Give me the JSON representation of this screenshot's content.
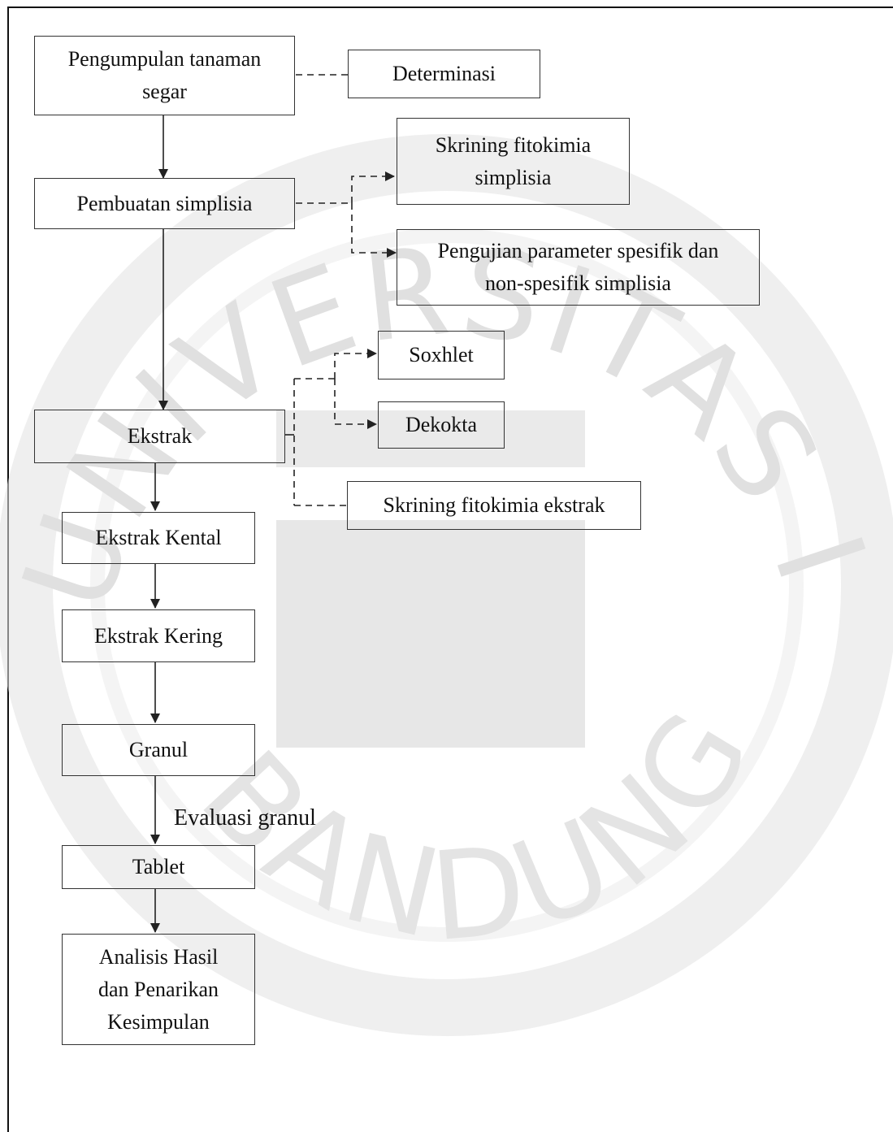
{
  "diagram": {
    "nodes": {
      "pengumpulan": "Pengumpulan tanaman\nsegar",
      "determinasi": "Determinasi",
      "skrining_simplisia": "Skrining fitokimia\nsimplisia",
      "pembuatan_simplisia": "Pembuatan simplisia",
      "pengujian_parameter": "Pengujian parameter  spesifik dan\nnon-spesifik simplisia",
      "soxhlet": "Soxhlet",
      "dekokta": "Dekokta",
      "ekstrak": "Ekstrak",
      "skrining_ekstrak": "Skrining fitokimia ekstrak",
      "ekstrak_kental": "Ekstrak Kental",
      "ekstrak_kering": "Ekstrak Kering",
      "granul": "Granul",
      "tablet": "Tablet",
      "analisis": "Analisis Hasil\ndan Penarikan\nKesimpulan"
    },
    "edge_labels": {
      "evaluasi_granul": "Evaluasi granul"
    },
    "edges": [
      {
        "from": "pengumpulan",
        "to": "determinasi",
        "style": "dashed"
      },
      {
        "from": "pengumpulan",
        "to": "pembuatan_simplisia",
        "style": "solid-arrow"
      },
      {
        "from": "pembuatan_simplisia",
        "to": "skrining_simplisia",
        "style": "dashed-arrow"
      },
      {
        "from": "pembuatan_simplisia",
        "to": "pengujian_parameter",
        "style": "dashed-arrow"
      },
      {
        "from": "pembuatan_simplisia",
        "to": "ekstrak",
        "style": "solid-arrow"
      },
      {
        "from": "ekstrak",
        "to": "soxhlet",
        "style": "dashed-arrow"
      },
      {
        "from": "ekstrak",
        "to": "dekokta",
        "style": "dashed-arrow"
      },
      {
        "from": "ekstrak",
        "to": "skrining_ekstrak",
        "style": "dashed"
      },
      {
        "from": "ekstrak",
        "to": "ekstrak_kental",
        "style": "solid-arrow"
      },
      {
        "from": "ekstrak_kental",
        "to": "ekstrak_kering",
        "style": "solid-arrow"
      },
      {
        "from": "ekstrak_kering",
        "to": "granul",
        "style": "solid-arrow"
      },
      {
        "from": "granul",
        "to": "tablet",
        "style": "solid-arrow",
        "label": "evaluasi_granul"
      },
      {
        "from": "tablet",
        "to": "analisis",
        "style": "solid-arrow"
      }
    ],
    "watermark": {
      "text": "UNIVERSITAS ISLAM BANDUNG",
      "color": "#c8c8c8"
    }
  }
}
